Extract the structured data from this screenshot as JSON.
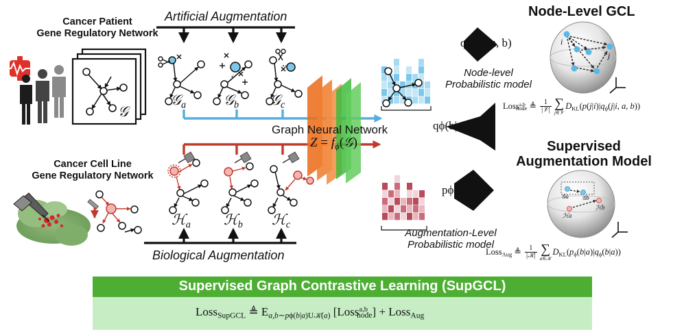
{
  "colors": {
    "artificial_blue": "#54ade0",
    "biological_red": "#c0392b",
    "gnn_orange": "#ec6e1e",
    "gnn_green": "#3fbb3f",
    "banner_green": "#4dae33",
    "formula_bg": "#c6edc4",
    "node_blue": "#7cc7ea",
    "node_red": "#f3b4b4"
  },
  "inputs": {
    "patient_title_line1": "Cancer Patient",
    "patient_title_line2": "Gene Regulatory Network",
    "cellline_title_line1": "Cancer Cell Line",
    "cellline_title_line2": "Gene Regulatory Network",
    "graph_symbol": "𝒢",
    "patients_icon": "patients-with-heartbeat-icon",
    "cellline_icon": "pipette-cell-culture-icon",
    "perturbation_icon": "perturbation-syringe-graph-icon"
  },
  "augmentation": {
    "artificial_label": "Artificial Augmentation",
    "biological_label": "Biological Augmentation",
    "artificial_views": [
      "𝒢",
      "𝒢",
      "𝒢"
    ],
    "artificial_subs": [
      "a",
      "b",
      "c"
    ],
    "biological_views": [
      "ℋ",
      "ℋ",
      "ℋ"
    ],
    "biological_subs": [
      "a",
      "b",
      "c"
    ]
  },
  "gnn": {
    "label": "Graph Neural Network",
    "eq_lhs": "Z",
    "eq_f": "f",
    "eq_sub": "ϕ",
    "eq_arg": "𝒢"
  },
  "models": {
    "node_level_label_line1": "Node-level",
    "node_level_label_line2": "Probabilistic model",
    "augmentation_level_label_line1": "Augmentation-Level",
    "augmentation_level_label_line2": "Probabilistic model",
    "q_node": "qϕ(j|i, a, b)",
    "q_aug": "qϕ(b|a)",
    "p_aug": "pϕ(b|a)"
  },
  "node_level_gcl": {
    "title": "Node-Level GCL",
    "node_i": "i",
    "node_j": "j"
  },
  "supervised_aug": {
    "title_line1": "Supervised",
    "title_line2": "Augmentation Model",
    "labels": [
      "𝒢a",
      "𝒢b",
      "ℋa",
      "ℋb"
    ]
  },
  "losses": {
    "node_loss": "Loss_node^{a,b} ≜ 1/|V| Σ_{j∈V} D_KL(p(j|i) | qϕ(j|i, a, b))",
    "aug_loss": "Loss_Aug ≜ 1/|K| Σ_{a∈K} D_KL(pϕ(b|a) | qϕ(b|a))",
    "supgcl_loss": "Loss_SupGCL ≜ E_{a,b∼pϕ(b|a)U_K(a)} [Loss_node^{a,b}] + Loss_Aug"
  },
  "banner": {
    "title": "Supervised Graph Contrastive Learning (SupGCL)"
  },
  "bar_colors": {
    "node_level": [
      [
        "#c4e7f6",
        "#7cc7ea",
        "#c4e7f6",
        "#a6dbf2",
        "#7cc7ea"
      ],
      [
        "#7cc7ea",
        "#c4e7f6",
        "#a6dbf2",
        "#c4e7f6"
      ],
      [
        "#a6dbf2",
        "#7cc7ea",
        "#c4e7f6",
        "#7cc7ea",
        "#c4e7f6",
        "#a6dbf2"
      ],
      [
        "#c4e7f6",
        "#a6dbf2",
        "#7cc7ea"
      ],
      [
        "#7cc7ea",
        "#c4e7f6",
        "#a6dbf2",
        "#7cc7ea",
        "#c4e7f6"
      ],
      [
        "#a6dbf2",
        "#c4e7f6",
        "#7cc7ea",
        "#a6dbf2"
      ],
      [
        "#c4e7f6",
        "#7cc7ea",
        "#a6dbf2",
        "#c4e7f6",
        "#7cc7ea",
        "#a6dbf2"
      ],
      [
        "#7cc7ea",
        "#c4e7f6",
        "#a6dbf2"
      ]
    ],
    "augmentation_level": [
      [
        "#b84a5a",
        "#e8b7c0",
        "#cc6b7c",
        "#f1d5db",
        "#b84a5a"
      ],
      [
        "#e8b7c0",
        "#b84a5a",
        "#f1d5db",
        "#cc6b7c"
      ],
      [
        "#cc6b7c",
        "#f1d5db",
        "#b84a5a",
        "#e8b7c0",
        "#cc6b7c",
        "#f1d5db"
      ],
      [
        "#f1d5db",
        "#cc6b7c",
        "#e8b7c0"
      ],
      [
        "#b84a5a",
        "#e8b7c0",
        "#cc6b7c",
        "#f1d5db",
        "#b84a5a"
      ],
      [
        "#e8b7c0",
        "#cc6b7c",
        "#b84a5a",
        "#f1d5db"
      ],
      [
        "#cc6b7c",
        "#e8b7c0",
        "#f1d5db",
        "#b84a5a"
      ]
    ]
  }
}
